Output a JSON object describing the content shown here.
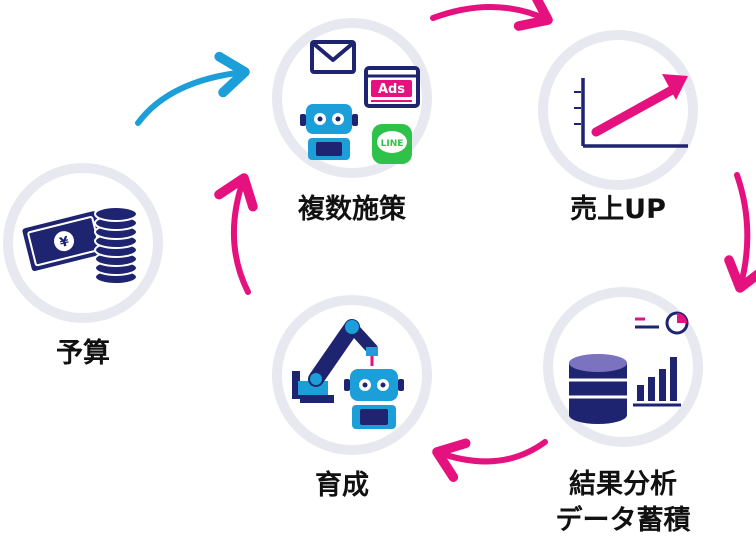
{
  "nodes": {
    "budget": {
      "label": "予算",
      "icon": "money-coins-icon"
    },
    "measures": {
      "label": "複数施策",
      "icon": "measures-icon",
      "ads_text": "Ads",
      "line_text": "LINE"
    },
    "sales": {
      "label": "売上UP",
      "icon": "growth-chart-icon"
    },
    "analysis": {
      "label_line1": "結果分析",
      "label_line2": "データ蓄積",
      "icon": "database-chart-icon"
    },
    "training": {
      "label": "育成",
      "icon": "robot-arm-icon"
    }
  },
  "colors": {
    "navy": "#1f2470",
    "blue": "#1c9fd8",
    "pink": "#e5117f",
    "ring": "#e8e8f0",
    "green": "#2ec24a",
    "text": "#111111"
  }
}
